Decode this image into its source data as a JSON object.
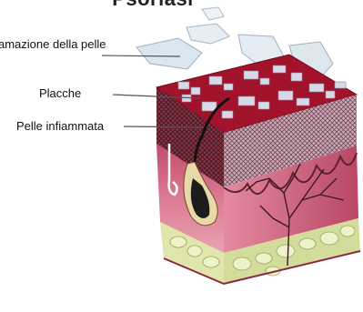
{
  "title": "Psoriasi",
  "labels": {
    "desquamation": "amazione della pelle",
    "plaques": "Placche",
    "inflamed_skin": "Pelle infiammata"
  },
  "colors": {
    "label_line": "#555555",
    "plaque_red": "#a3122b",
    "plaque_white": "#d8d8e6",
    "dermis_pink": "#d76c86",
    "dermis_dark": "#b24762",
    "epidermis_mesh": "#7e2b3b",
    "fat_green": "#d9e1a6",
    "scale_white": "#e8eef4"
  }
}
